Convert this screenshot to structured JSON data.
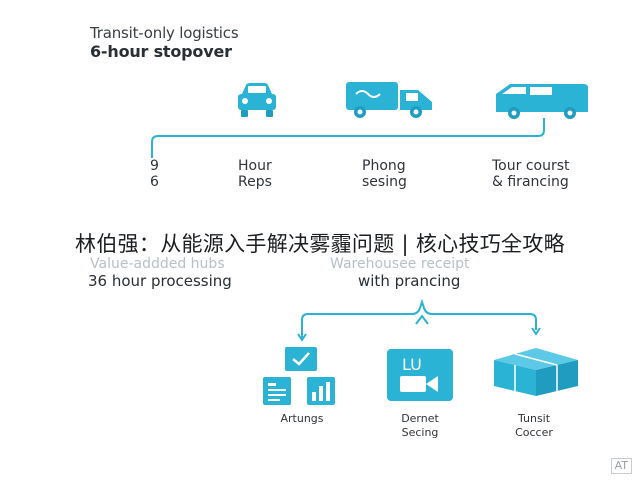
{
  "header": {
    "line1": "Transit-only logistics",
    "line2": "6-hour stopover"
  },
  "top_labels": {
    "col1": "9\n6",
    "col2": "Hour\nReps",
    "col3": "Phong\nsesing",
    "col4": "Tour courst\n& firancing"
  },
  "caption": "林伯强：从能源入手解决雾霾问题 | 核心技巧全攻略",
  "mid": {
    "left_faded": "Value-addded hubs",
    "left_text": "36 hour processing",
    "right_faded": "Warehousee receipt",
    "right_text": "with prancing"
  },
  "bottom_labels": {
    "left": "Artungs",
    "middle": "Dernet\nSecing",
    "right": "Tunsit\nCoccer"
  },
  "device_text": "LU",
  "watermark": "AT",
  "colors": {
    "accent": "#2bb3d6",
    "accent_dark": "#1f9cc0",
    "text": "#2a2f33"
  },
  "icons": [
    "car-icon",
    "delivery-truck-icon",
    "van-icon",
    "checkmark-box-icon",
    "document-icon",
    "bar-chart-icon",
    "video-camera-icon",
    "package-box-icon"
  ]
}
